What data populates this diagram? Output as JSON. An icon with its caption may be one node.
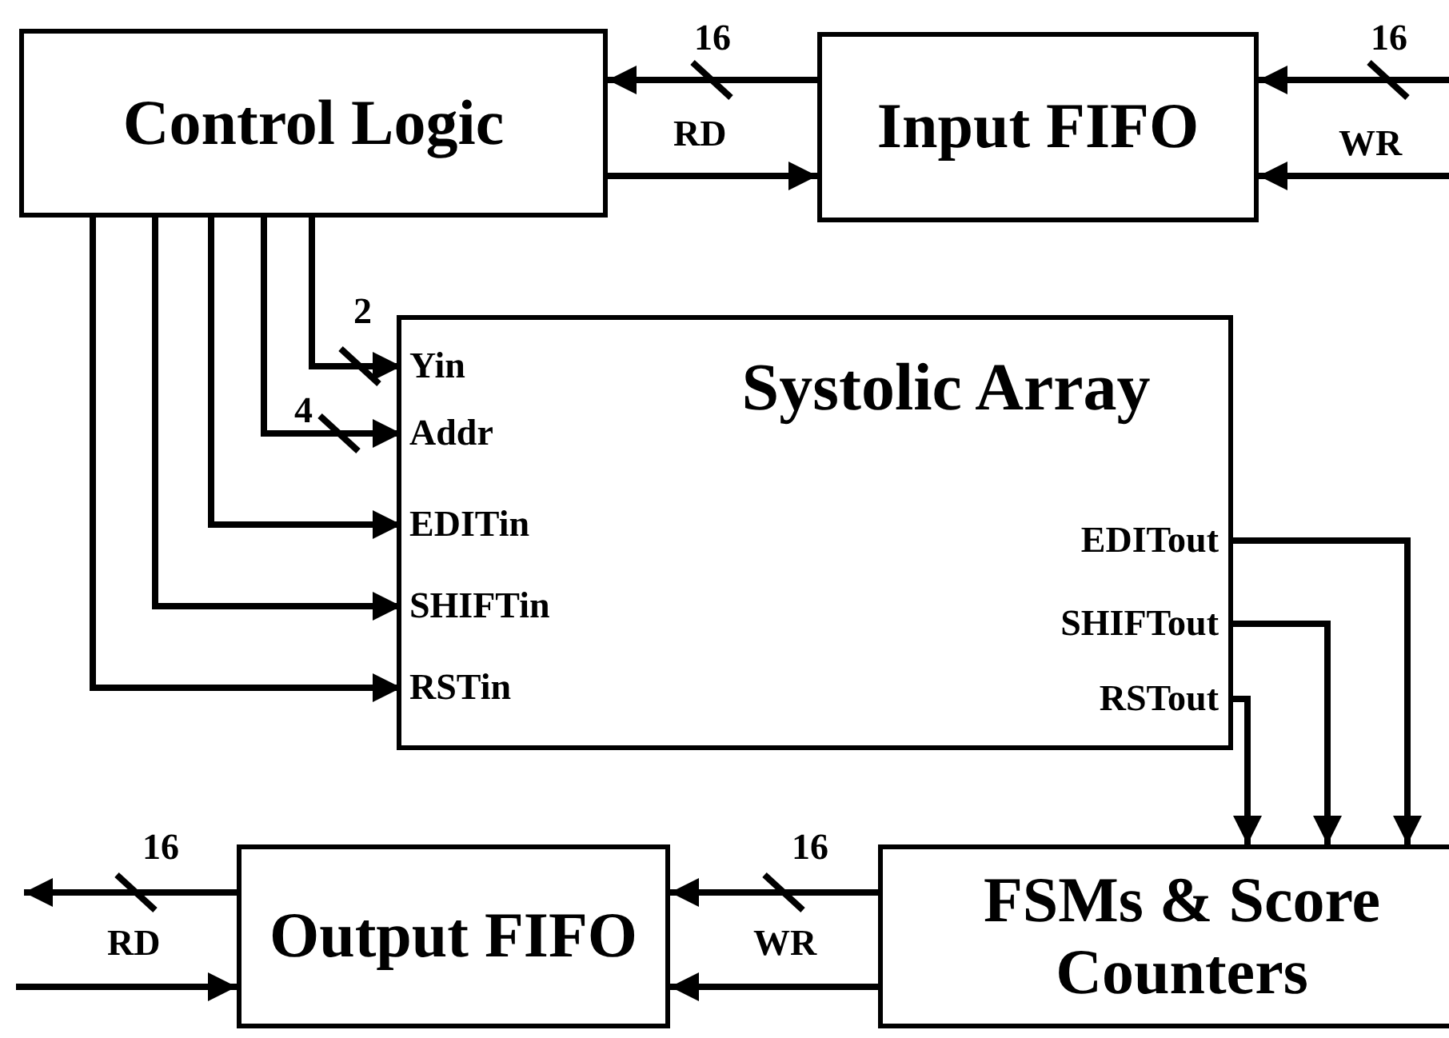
{
  "diagram": {
    "nodes": [
      {
        "text": [
          "Control Logic"
        ]
      },
      {
        "text": [
          "Input FIFO"
        ]
      },
      {
        "text": [
          "Systolic Array"
        ]
      },
      {
        "text": [
          "Yin"
        ],
        "in": 2
      },
      {
        "text": [
          "Addr"
        ],
        "in": 2
      },
      {
        "text": [
          "EDITin"
        ],
        "in": 2
      },
      {
        "text": [
          "SHIFTin"
        ],
        "in": 2
      },
      {
        "text": [
          "RSTin"
        ],
        "in": 2
      },
      {
        "text": [
          "EDITout"
        ],
        "in": 2
      },
      {
        "text": [
          "SHIFTout"
        ],
        "in": 2
      },
      {
        "text": [
          "RSTout"
        ],
        "in": 2
      },
      {
        "text": [
          "Output FIFO"
        ]
      },
      {
        "text": [
          "FSMs & Score Counters"
        ]
      }
    ],
    "edges": [
      {
        "from": 1,
        "to": 0,
        "arrow": "to",
        "label": "16"
      },
      {
        "from": 0,
        "to": 1,
        "arrow": "to",
        "label": "RD"
      },
      {
        "from": null,
        "to": 1,
        "arrow": "to",
        "label": "16"
      },
      {
        "from": null,
        "to": 1,
        "arrow": "to",
        "label": "WR"
      },
      {
        "from": 0,
        "to": 3,
        "arrow": "to",
        "label": "2"
      },
      {
        "from": 0,
        "to": 4,
        "arrow": "to",
        "label": "4"
      },
      {
        "from": 0,
        "to": 5,
        "arrow": "to"
      },
      {
        "from": 0,
        "to": 6,
        "arrow": "to"
      },
      {
        "from": 0,
        "to": 7,
        "arrow": "to"
      },
      {
        "from": 8,
        "to": 12,
        "arrow": "to"
      },
      {
        "from": 9,
        "to": 12,
        "arrow": "to"
      },
      {
        "from": 10,
        "to": 12,
        "arrow": "to"
      },
      {
        "from": 12,
        "to": 11,
        "arrow": "to",
        "label": "16"
      },
      {
        "from": 12,
        "to": 11,
        "arrow": "to",
        "label": "WR"
      },
      {
        "from": 11,
        "to": null,
        "arrow": "to",
        "label": "16"
      },
      {
        "from": null,
        "to": 11,
        "arrow": "to",
        "label": "RD"
      }
    ]
  }
}
